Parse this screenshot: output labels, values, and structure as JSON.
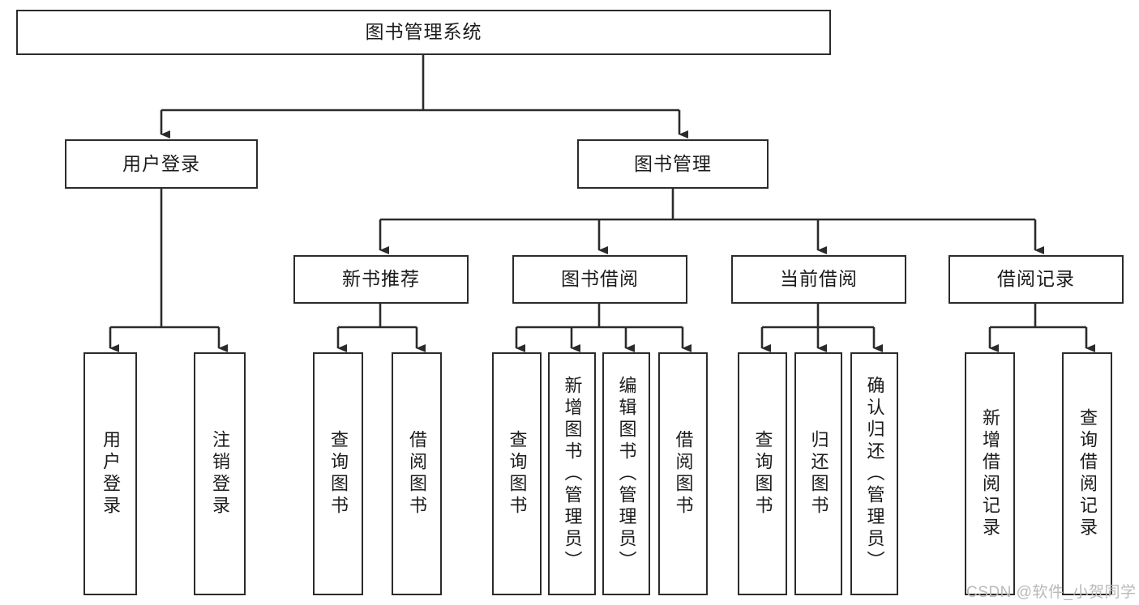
{
  "diagram": {
    "title": "图书管理系统",
    "type": "功能结构图",
    "style": {
      "box_border_color": "#2b2b2b",
      "box_fill_color": "#ffffff",
      "line_color": "#2b2b2b",
      "text_color": "#1b1b1b",
      "background_color": "#ffffff",
      "watermark_color": "#b9b9b9"
    },
    "root": {
      "label": "图书管理系统"
    },
    "level2": [
      {
        "label": "用户登录"
      },
      {
        "label": "图书管理"
      }
    ],
    "level3": [
      {
        "label": "新书推荐"
      },
      {
        "label": "图书借阅"
      },
      {
        "label": "当前借阅"
      },
      {
        "label": "借阅记录"
      }
    ],
    "leaves": {
      "user_login": [
        {
          "label": "用户登录"
        },
        {
          "label": "注销登录"
        }
      ],
      "new_book": [
        {
          "label": "查询图书"
        },
        {
          "label": "借阅图书"
        }
      ],
      "book_borrow": [
        {
          "label": "查询图书"
        },
        {
          "label": "新增图书（管理员）"
        },
        {
          "label": "编辑图书（管理员）"
        },
        {
          "label": "借阅图书"
        }
      ],
      "current_borrow": [
        {
          "label": "查询图书"
        },
        {
          "label": "归还图书"
        },
        {
          "label": "确认归还（管理员）"
        }
      ],
      "borrow_record": [
        {
          "label": "新增借阅记录"
        },
        {
          "label": "查询借阅记录"
        }
      ]
    },
    "watermark": "CSDN @软件_小贺同学"
  }
}
